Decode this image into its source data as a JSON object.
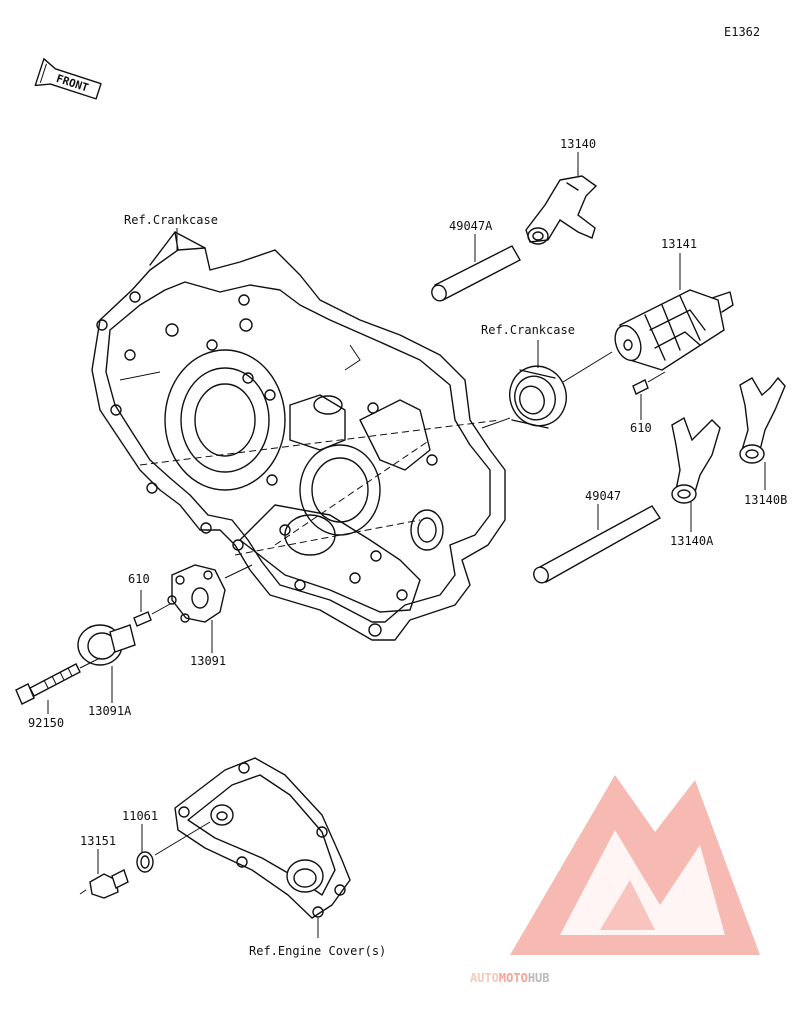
{
  "diagram_id": "E1362",
  "front_label": "FRONT",
  "labels": {
    "ref_crankcase_left": "Ref.Crankcase",
    "ref_crankcase_right": "Ref.Crankcase",
    "ref_engine_cover": "Ref.Engine Cover(s)",
    "p13140": "13140",
    "p49047A": "49047A",
    "p13141": "13141",
    "p610_right": "610",
    "p49047": "49047",
    "p13140A": "13140A",
    "p13140B": "13140B",
    "p610_left": "610",
    "p13091": "13091",
    "p13091A": "13091A",
    "p92150": "92150",
    "p11061": "11061",
    "p13151": "13151"
  },
  "watermark": {
    "part1": "AUTO",
    "part2": "MOTO",
    "part3": "HUB",
    "color_light": "#f3c5b3",
    "color_red": "#f29a8d",
    "color_gray": "#b3b3b3"
  }
}
